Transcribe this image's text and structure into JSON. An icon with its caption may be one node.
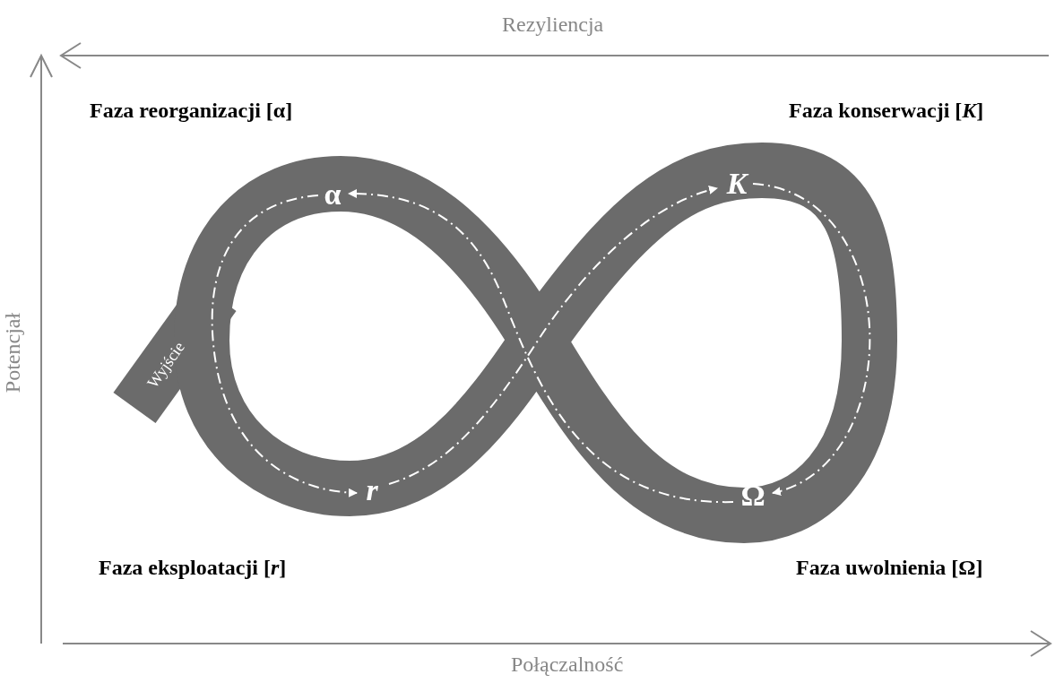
{
  "diagram": {
    "nodes": [
      {
        "text": [
          "α"
        ]
      },
      {
        "text": [
          "K"
        ]
      },
      {
        "text": [
          "Wyjście"
        ]
      },
      {
        "text": [
          "r"
        ]
      },
      {
        "text": [
          "Ω"
        ]
      }
    ],
    "edges": [
      {
        "from": 3,
        "to": 1,
        "arrow": "to",
        "style": "dashed"
      },
      {
        "from": 1,
        "to": 4,
        "arrow": "to",
        "style": "dashed"
      },
      {
        "from": 4,
        "to": 0,
        "arrow": "to",
        "style": "dashed"
      },
      {
        "from": 0,
        "to": 3,
        "arrow": "to",
        "style": "dashed"
      }
    ],
    "labels": [
      "Rezyliencja",
      "Faza reorganizacji [α]",
      "Faza konserwacji [*K*]",
      "Potencjał",
      "Faza eksploatacji [*r*]",
      "Faza uwolnienia [Ω]",
      "Połączalność"
    ]
  }
}
